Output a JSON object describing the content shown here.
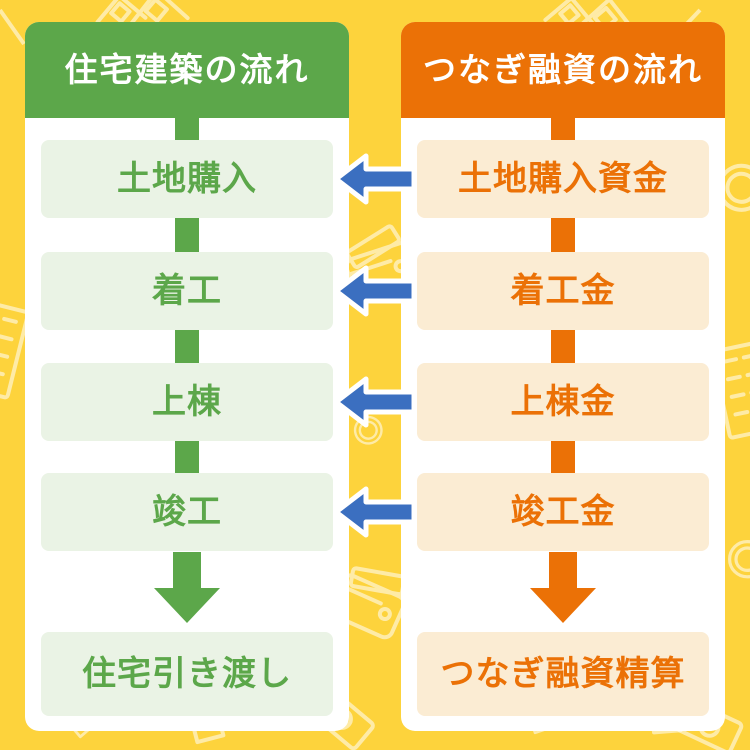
{
  "colors": {
    "background": "#FDD33C",
    "green": "#5CA74A",
    "green_light": "#EAF3E5",
    "orange": "#EB7106",
    "orange_light": "#FBECD3",
    "blue": "#3B6FC0",
    "white": "#FFFFFF"
  },
  "left_column": {
    "header": "住宅建築の流れ",
    "items": [
      "土地購入",
      "着工",
      "上棟",
      "竣工",
      "住宅引き渡し"
    ]
  },
  "right_column": {
    "header": "つなぎ融資の流れ",
    "items": [
      "土地購入資金",
      "着工金",
      "上棟金",
      "竣工金",
      "つなぎ融資精算"
    ]
  },
  "relations": {
    "cross_arrows": [
      {
        "from": "土地購入資金",
        "to": "土地購入"
      },
      {
        "from": "着工金",
        "to": "着工"
      },
      {
        "from": "上棟金",
        "to": "上棟"
      },
      {
        "from": "竣工金",
        "to": "竣工"
      }
    ],
    "down_arrows": [
      {
        "from": "竣工",
        "to": "住宅引き渡し"
      },
      {
        "from": "竣工金",
        "to": "つなぎ融資精算"
      }
    ]
  },
  "background_icons": [
    "house-icon",
    "building-icon",
    "coin-icon",
    "wallet-icon",
    "banknote-icon",
    "tag-icon"
  ]
}
